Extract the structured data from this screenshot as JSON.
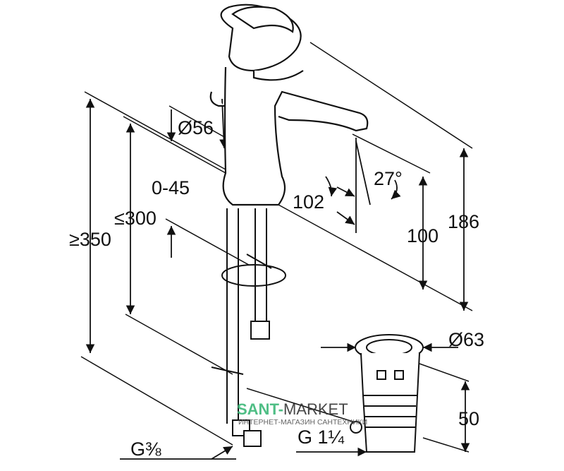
{
  "dimensions": {
    "spout_diameter": "Ø56",
    "handle_range": "0-45",
    "max_hose": "≤300",
    "min_hose": "≥350",
    "spout_reach": "102",
    "spout_angle": "27°",
    "spout_height": "100",
    "total_height": "186",
    "drain_diameter": "Ø63",
    "drain_height": "50",
    "drain_thread": "G 1¼",
    "hose_thread": "G⅜"
  },
  "watermark": {
    "brand_green": "SANT-",
    "brand_dark": "MARKET",
    "subtitle": "ИНТЕРНЕТ-МАГАЗИН САНТЕХНИКИ",
    "green": "#3cb878"
  }
}
